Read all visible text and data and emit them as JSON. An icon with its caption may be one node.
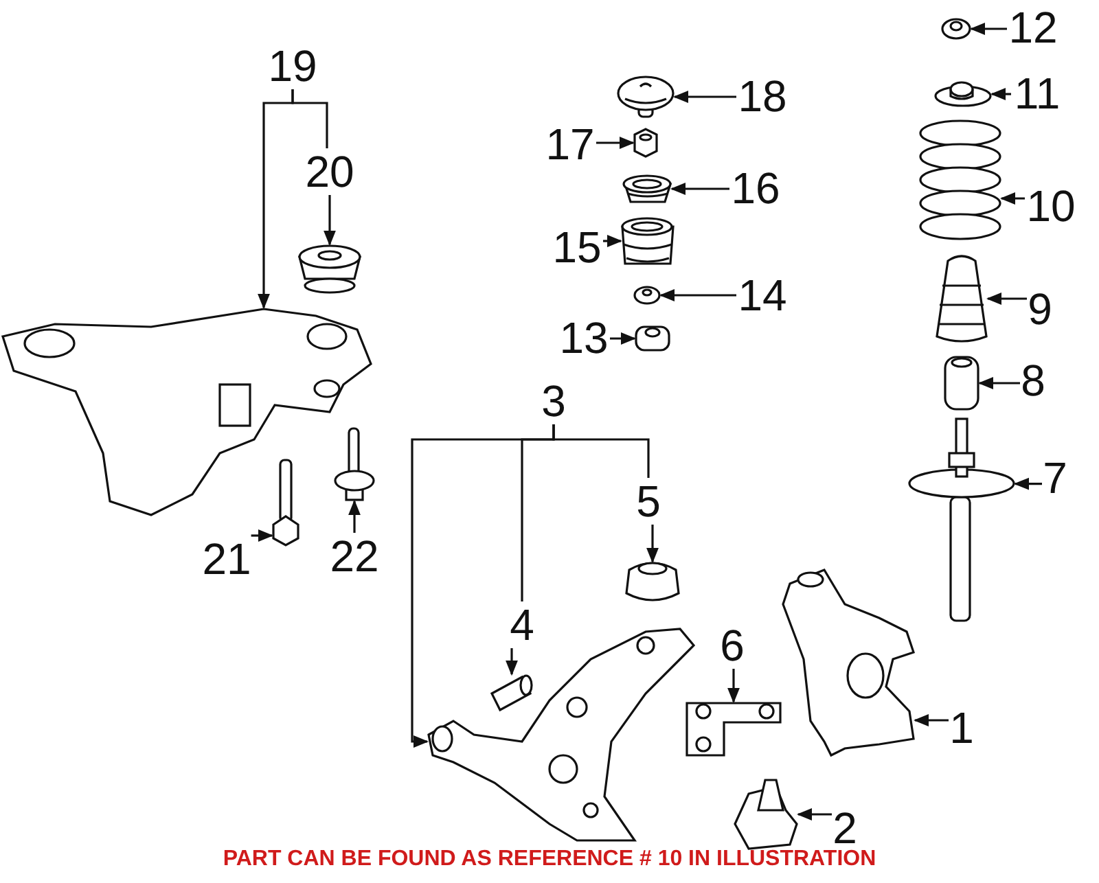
{
  "diagram": {
    "caption": "PART CAN BE FOUND AS REFERENCE # 10 IN ILLUSTRATION",
    "nodes": [
      {
        "text": [
          "1"
        ]
      },
      {
        "text": [
          "2"
        ]
      },
      {
        "text": [
          "3"
        ]
      },
      {
        "text": [
          "4"
        ]
      },
      {
        "text": [
          "5"
        ]
      },
      {
        "text": [
          "6"
        ]
      },
      {
        "text": [
          "7"
        ]
      },
      {
        "text": [
          "8"
        ]
      },
      {
        "text": [
          "9"
        ]
      },
      {
        "text": [
          "10"
        ]
      },
      {
        "text": [
          "11"
        ]
      },
      {
        "text": [
          "12"
        ]
      },
      {
        "text": [
          "13"
        ]
      },
      {
        "text": [
          "14"
        ]
      },
      {
        "text": [
          "15"
        ]
      },
      {
        "text": [
          "16"
        ]
      },
      {
        "text": [
          "17"
        ]
      },
      {
        "text": [
          "18"
        ]
      },
      {
        "text": [
          "19"
        ]
      },
      {
        "text": [
          "20"
        ]
      },
      {
        "text": [
          "21"
        ]
      },
      {
        "text": [
          "22"
        ]
      },
      {
        "text": [],
        "shape": "picture"
      },
      {
        "text": [],
        "shape": "picture"
      },
      {
        "text": [],
        "shape": "picture"
      },
      {
        "text": [],
        "shape": "picture"
      },
      {
        "text": [],
        "shape": "picture"
      },
      {
        "text": [],
        "shape": "picture"
      },
      {
        "text": [],
        "shape": "picture"
      },
      {
        "text": [],
        "shape": "picture"
      },
      {
        "text": [],
        "shape": "picture"
      },
      {
        "text": [],
        "shape": "picture"
      },
      {
        "text": [],
        "shape": "picture"
      },
      {
        "text": [],
        "shape": "picture"
      },
      {
        "text": [],
        "shape": "picture"
      },
      {
        "text": [],
        "shape": "picture"
      },
      {
        "text": [],
        "shape": "picture"
      },
      {
        "text": [],
        "shape": "picture"
      },
      {
        "text": [],
        "shape": "picture"
      },
      {
        "text": [],
        "shape": "picture"
      },
      {
        "text": [],
        "shape": "picture"
      },
      {
        "text": [],
        "shape": "picture"
      },
      {
        "text": [],
        "shape": "picture"
      },
      {
        "text": [],
        "shape": "picture"
      }
    ],
    "edges": [
      {
        "from": 0,
        "to": 22,
        "arrow": "to"
      },
      {
        "from": 1,
        "to": 23,
        "arrow": "to"
      },
      {
        "from": 2,
        "to": 24,
        "arrow": "to"
      },
      {
        "from": 3,
        "to": 25,
        "arrow": "to"
      },
      {
        "from": 4,
        "to": 26,
        "arrow": "to"
      },
      {
        "from": 5,
        "to": 27,
        "arrow": "to"
      },
      {
        "from": 6,
        "to": 28,
        "arrow": "to"
      },
      {
        "from": 7,
        "to": 29,
        "arrow": "to"
      },
      {
        "from": 8,
        "to": 30,
        "arrow": "to"
      },
      {
        "from": 9,
        "to": 31,
        "arrow": "to"
      },
      {
        "from": 10,
        "to": 32,
        "arrow": "to"
      },
      {
        "from": 11,
        "to": 33,
        "arrow": "to"
      },
      {
        "from": 12,
        "to": 34,
        "arrow": "to"
      },
      {
        "from": 13,
        "to": 35,
        "arrow": "to"
      },
      {
        "from": 14,
        "to": 36,
        "arrow": "to"
      },
      {
        "from": 15,
        "to": 37,
        "arrow": "to"
      },
      {
        "from": 16,
        "to": 38,
        "arrow": "to"
      },
      {
        "from": 17,
        "to": 39,
        "arrow": "to"
      },
      {
        "from": 18,
        "to": 40,
        "arrow": "to"
      },
      {
        "from": 19,
        "to": 41,
        "arrow": "to"
      },
      {
        "from": 20,
        "to": 42,
        "arrow": "to"
      },
      {
        "from": 21,
        "to": 43,
        "arrow": "to"
      },
      {
        "from": 18,
        "to": 19,
        "arrow": "none"
      },
      {
        "from": 2,
        "to": 3,
        "arrow": "none"
      },
      {
        "from": 2,
        "to": 4,
        "arrow": "none"
      }
    ]
  }
}
